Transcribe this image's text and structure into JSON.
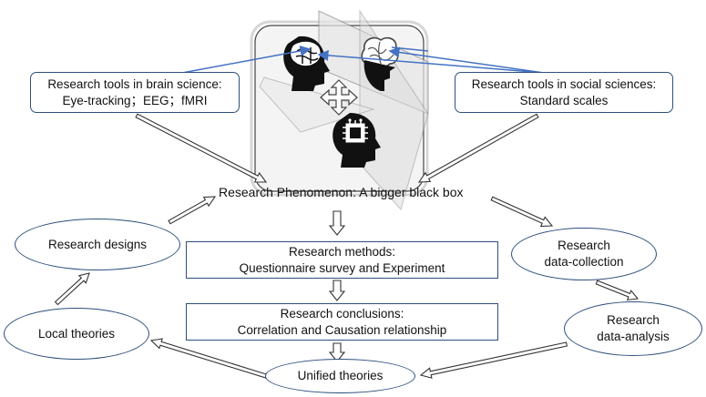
{
  "header_tools": {
    "brain": {
      "line1": "Research tools in brain science:",
      "line2": "Eye-tracking；EEG；fMRI"
    },
    "social": {
      "line1": "Research tools in social sciences:",
      "line2": "Standard scales"
    }
  },
  "phenomenon": "Research Phenomenon: A bigger black box",
  "methods": {
    "line1": "Research methods:",
    "line2": "Questionnaire survey and Experiment"
  },
  "conclusions": {
    "line1": "Research conclusions:",
    "line2": "Correlation and Causation relationship"
  },
  "cycle": {
    "designs": "Research designs",
    "local": "Local theories",
    "unified": "Unified  theories",
    "collection": {
      "line1": "Research",
      "line2": "data-collection"
    },
    "analysis": {
      "line1": "Research",
      "line2": "data-analysis"
    }
  },
  "icons": [
    "human-head-brain-icon",
    "brain-icon",
    "robot-head-chip-icon",
    "bidirectional-cross-arrows-icon"
  ],
  "colors": {
    "box_border": "#2e4f7c",
    "connector_blue": "#4472c4",
    "arrow": "#333333"
  }
}
